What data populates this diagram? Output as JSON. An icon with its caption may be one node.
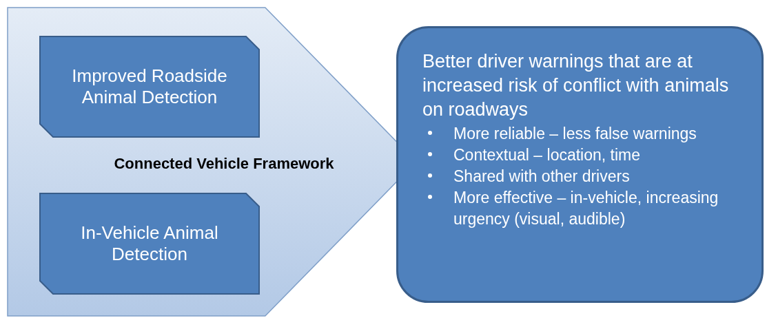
{
  "diagram": {
    "nodes": [
      {
        "text": [
          "Connected Vehicle Framework"
        ]
      },
      {
        "text": [
          "Improved Roadside Animal Detection"
        ],
        "in": 0
      },
      {
        "text": [
          "In-Vehicle Animal Detection"
        ],
        "in": 0
      },
      {
        "text": [
          "Better driver warnings that are at increased risk of conflict with animals on roadways",
          "More reliable – less false warnings",
          "Contextual – location, time",
          "Shared with other drivers",
          "More effective – in-vehicle, increasing urgency (visual, audible)"
        ]
      }
    ]
  }
}
